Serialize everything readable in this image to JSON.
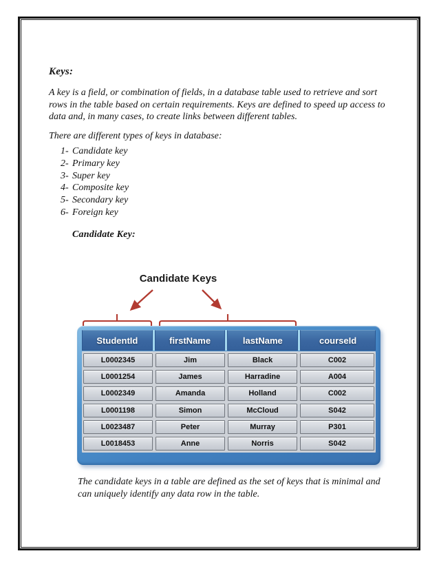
{
  "page": {
    "heading": "Keys:",
    "intro": "A key is a field, or combination of fields, in a database table used to retrieve and sort rows in the table based on certain requirements. Keys are defined to speed up access to data and, in many cases, to create links between different tables.",
    "types_intro": "There are different types of keys in database:",
    "key_types": [
      {
        "num": "1-",
        "label": "Candidate key"
      },
      {
        "num": "2-",
        "label": "Primary key"
      },
      {
        "num": "3-",
        "label": "Super key"
      },
      {
        "num": "4-",
        "label": "Composite key"
      },
      {
        "num": "5-",
        "label": "Secondary key"
      },
      {
        "num": "6-",
        "label": "Foreign key"
      }
    ],
    "section_heading": "Candidate Key:",
    "closing": "The candidate keys in a table are defined as the set of keys that is minimal and can uniquely identify any data row in the table."
  },
  "figure": {
    "caption": "Candidate Keys",
    "accent_color": "#b23b31",
    "table": {
      "columns": [
        "StudentId",
        "firstName",
        "lastName",
        "courseId"
      ],
      "rows": [
        [
          "L0002345",
          "Jim",
          "Black",
          "C002"
        ],
        [
          "L0001254",
          "James",
          "Harradine",
          "A004"
        ],
        [
          "L0002349",
          "Amanda",
          "Holland",
          "C002"
        ],
        [
          "L0001198",
          "Simon",
          "McCloud",
          "S042"
        ],
        [
          "L0023487",
          "Peter",
          "Murray",
          "P301"
        ],
        [
          "L0018453",
          "Anne",
          "Norris",
          "S042"
        ]
      ],
      "colors": {
        "header_bg": "#3a66a0",
        "frame_blue": "#4181c1",
        "separator": "#a2d6ee",
        "cell_bg": "#d2d6dc"
      }
    }
  }
}
